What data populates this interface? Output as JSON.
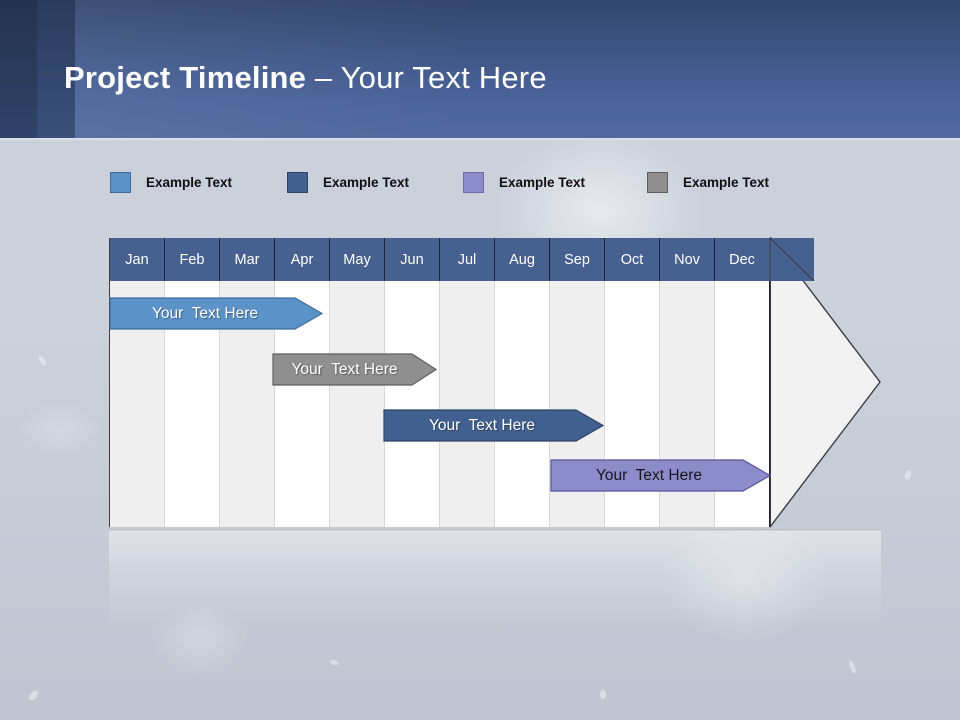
{
  "slide": {
    "title_bold": "Project Timeline",
    "title_rest": " – Your Text Here"
  },
  "legend": {
    "items": [
      {
        "label": "Example Text",
        "color": "#5b92c8",
        "name": "legend-swatch-light-blue"
      },
      {
        "label": "Example Text",
        "color": "#41608f",
        "name": "legend-swatch-dark-blue"
      },
      {
        "label": "Example Text",
        "color": "#8d8ccb",
        "name": "legend-swatch-purple"
      },
      {
        "label": "Example Text",
        "color": "#8f8f8f",
        "name": "legend-swatch-gray"
      }
    ]
  },
  "chart_data": {
    "type": "bar",
    "title": "Project Timeline – Your Text Here",
    "categories": [
      "Jan",
      "Feb",
      "Mar",
      "Apr",
      "May",
      "Jun",
      "Jul",
      "Aug",
      "Sep",
      "Oct",
      "Nov",
      "Dec"
    ],
    "xlabel": "",
    "ylabel": "",
    "grid": false,
    "legend_position": "top",
    "series": [
      {
        "name": "Example Text",
        "label": "Your  Text Here",
        "color": "#5b92c8",
        "text_color": "light",
        "start_month": "Jan",
        "end_month": "Apr",
        "start_index": 0,
        "span": 3.5
      },
      {
        "name": "Example Text",
        "label": "Your  Text Here",
        "color": "#8f8f8f",
        "text_color": "light",
        "start_month": "Apr",
        "end_month": "Jun",
        "start_index": 3,
        "span": 2.7
      },
      {
        "name": "Example Text",
        "label": "Your  Text Here",
        "color": "#41608f",
        "text_color": "light",
        "start_month": "Jun",
        "end_month": "Sep",
        "start_index": 5,
        "span": 3.6
      },
      {
        "name": "Example Text",
        "label": "Your  Text Here",
        "color": "#8d8ccb",
        "text_color": "dark",
        "start_month": "Sep",
        "end_month": "Dec",
        "start_index": 8,
        "span": 3.6
      }
    ]
  },
  "colors": {
    "header_blue": "#46608f",
    "band_light": "#efefef",
    "band_white": "#ffffff",
    "arrow_fill": "#f2f2f2",
    "title_band": "#3f5685"
  }
}
